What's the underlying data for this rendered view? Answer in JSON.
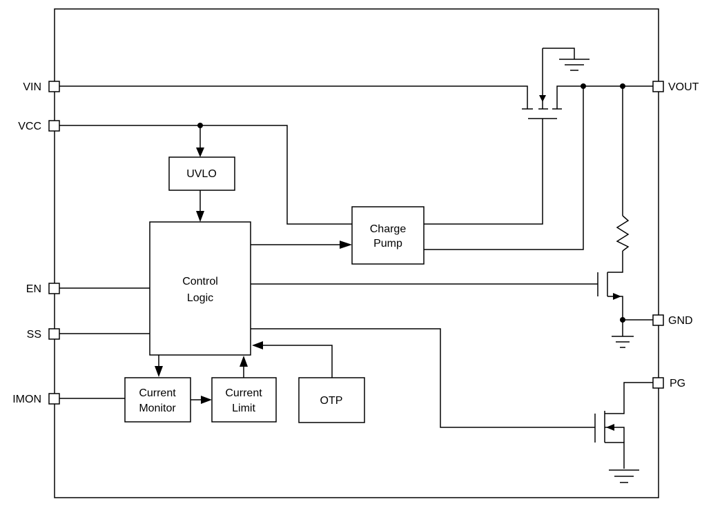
{
  "pins": {
    "vin": "VIN",
    "vcc": "VCC",
    "en": "EN",
    "ss": "SS",
    "imon": "IMON",
    "vout": "VOUT",
    "gnd": "GND",
    "pg": "PG"
  },
  "blocks": {
    "uvlo": "UVLO",
    "charge_pump": [
      "Charge",
      "Pump"
    ],
    "control_logic": [
      "Control",
      "Logic"
    ],
    "current_monitor": [
      "Current",
      "Monitor"
    ],
    "current_limit": [
      "Current",
      "Limit"
    ],
    "otp": "OTP"
  }
}
